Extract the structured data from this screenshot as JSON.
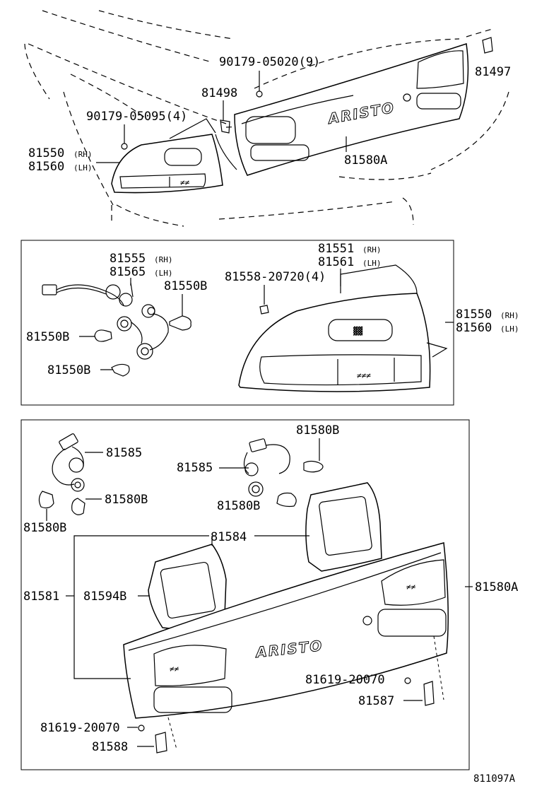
{
  "top": {
    "p_90179_05020": "90179-05020(9)",
    "p_81498": "81498",
    "p_81497": "81497",
    "p_90179_05095": "90179-05095(4)",
    "p_81550": "81550",
    "p_81560": "81560",
    "rh": "(RH)",
    "lh": "(LH)",
    "p_81580A": "81580A",
    "logo": "ARISTO"
  },
  "mid": {
    "p_81555": "81555",
    "p_81565": "81565",
    "p_81551": "81551",
    "p_81561": "81561",
    "p_81550B_a": "81550B",
    "p_81558": "81558-20720(4)",
    "p_81550": "81550",
    "p_81560": "81560",
    "p_81550B_b": "81550B",
    "p_81550B_c": "81550B",
    "rh": "(RH)",
    "lh": "(LH)"
  },
  "bottom": {
    "p_81580B_top": "81580B",
    "p_81585_left": "81585",
    "p_81585_right": "81585",
    "p_81580B_left": "81580B",
    "p_81580B_mid": "81580B",
    "p_81580B_farleft": "81580B",
    "p_81584": "81584",
    "p_81581": "81581",
    "p_81594B": "81594B",
    "p_81580A": "81580A",
    "p_81619_right": "81619-20070",
    "p_81587": "81587",
    "p_81619_left": "81619-20070",
    "p_81588": "81588",
    "logo": "ARISTO"
  },
  "diagram_code": "811097A"
}
